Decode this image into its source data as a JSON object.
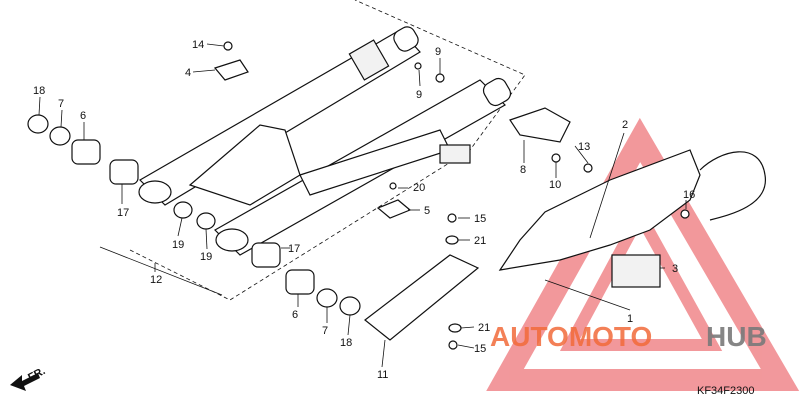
{
  "diagram_code": "KF34F2300",
  "direction_label": "FR.",
  "watermark": {
    "text_orange": "AUTOMOTO",
    "text_gray": "HUB",
    "orange": "#f26b3a",
    "gray": "#7a7a7a",
    "triangle_color": "#e8444a"
  },
  "labels": [
    {
      "id": "14a",
      "text": "14"
    },
    {
      "id": "4",
      "text": "4"
    },
    {
      "id": "9a",
      "text": "9"
    },
    {
      "id": "9b",
      "text": "9"
    },
    {
      "id": "18a",
      "text": "18"
    },
    {
      "id": "7a",
      "text": "7"
    },
    {
      "id": "6a",
      "text": "6"
    },
    {
      "id": "17a",
      "text": "17"
    },
    {
      "id": "19a",
      "text": "19"
    },
    {
      "id": "19b",
      "text": "19"
    },
    {
      "id": "17b",
      "text": "17"
    },
    {
      "id": "12",
      "text": "12"
    },
    {
      "id": "20",
      "text": "20"
    },
    {
      "id": "5",
      "text": "5"
    },
    {
      "id": "15a",
      "text": "15"
    },
    {
      "id": "21a",
      "text": "21"
    },
    {
      "id": "8",
      "text": "8"
    },
    {
      "id": "13",
      "text": "13"
    },
    {
      "id": "10",
      "text": "10"
    },
    {
      "id": "2",
      "text": "2"
    },
    {
      "id": "16",
      "text": "16"
    },
    {
      "id": "3",
      "text": "3"
    },
    {
      "id": "1",
      "text": "1"
    },
    {
      "id": "6b",
      "text": "6"
    },
    {
      "id": "7b",
      "text": "7"
    },
    {
      "id": "18b",
      "text": "18"
    },
    {
      "id": "11",
      "text": "11"
    },
    {
      "id": "21b",
      "text": "21"
    },
    {
      "id": "15b",
      "text": "15"
    }
  ]
}
